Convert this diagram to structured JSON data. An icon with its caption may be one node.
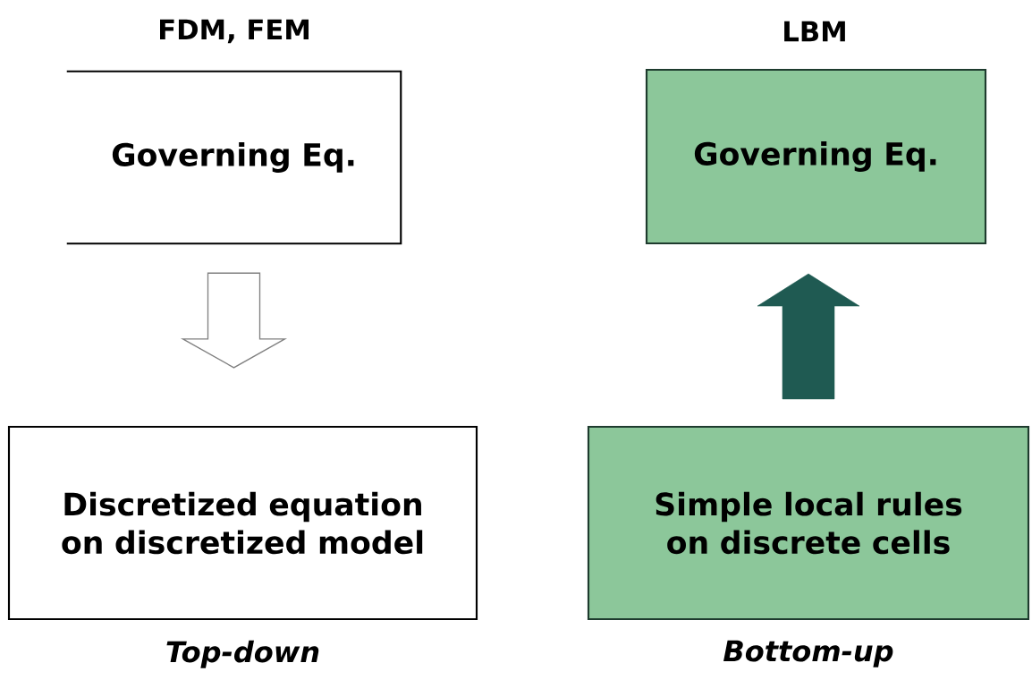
{
  "diagram": {
    "nodes": [
      {
        "text": [
          "Governing Eq."
        ]
      },
      {
        "text": [
          "Discretized equation on discretized model"
        ],
        "beside": [
          "Top-down"
        ]
      },
      {
        "text": [
          "Governing Eq."
        ]
      },
      {
        "text": [
          "Simple local rules on discrete cells"
        ],
        "beside": [
          "Bottom-up"
        ]
      }
    ],
    "edges": [
      {
        "from": 0,
        "to": 1,
        "arrow": "to"
      },
      {
        "from": 3,
        "to": 2,
        "arrow": "to",
        "color": "#1f5a52"
      }
    ],
    "labels": [
      "FDM, FEM",
      "LBM"
    ]
  }
}
